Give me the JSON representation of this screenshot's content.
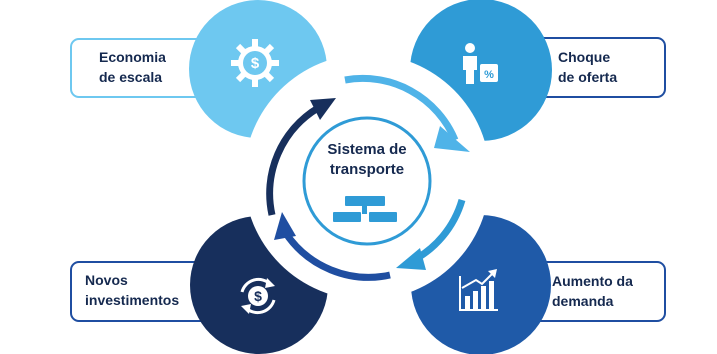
{
  "center": {
    "title": "Sistema de\ntransporte",
    "icon": "transport-network-icon"
  },
  "nodes": [
    {
      "id": "economia",
      "label": "Economia\nde escala",
      "icon": "gear-dollar-icon",
      "color": "#6ec8f0"
    },
    {
      "id": "choque",
      "label": "Choque\nde oferta",
      "icon": "person-percent-icon",
      "color": "#2f9bd6"
    },
    {
      "id": "aumento",
      "label": "Aumento da\ndemanda",
      "icon": "bar-chart-growth-icon",
      "color": "#1f5aa8"
    },
    {
      "id": "novos",
      "label": "Novos\ninvestimentos",
      "icon": "cycle-dollar-icon",
      "color": "#172f5c"
    }
  ],
  "colors": {
    "border": "#1f4ea1",
    "text": "#15294f",
    "center_ring": "#2f9bd6"
  }
}
